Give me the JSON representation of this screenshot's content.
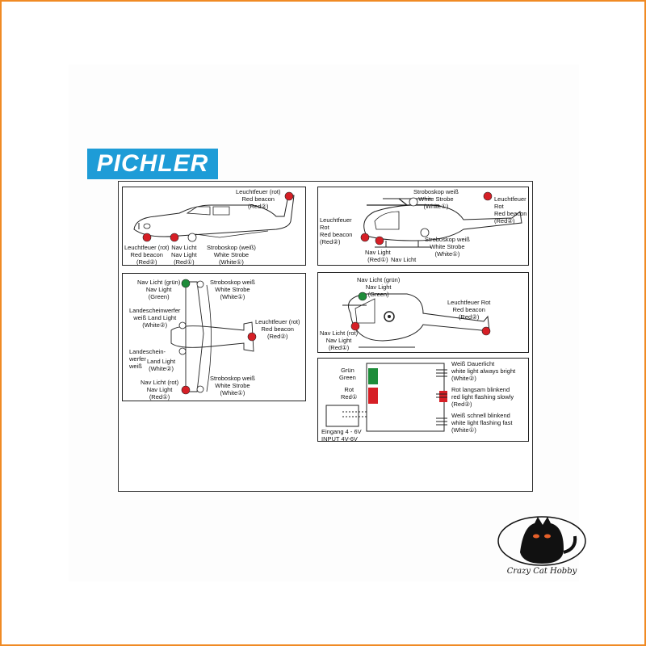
{
  "brand": {
    "logo_text": "PICHLER",
    "logo_color": "#1e9cd7",
    "frame_color": "#f08a24"
  },
  "airplane_side": {
    "beacon_top": [
      "Leuchtfeuer (rot)",
      "Red beacon",
      "(Red②)"
    ],
    "beacon_bottom": [
      "Leuchtfeuer (rot)",
      "Red beacon",
      "(Red②)"
    ],
    "nav": [
      "Nav Licht",
      "Nav Light",
      "(Red①)"
    ],
    "strobe": [
      "Stroboskop (weiß)",
      "White Strobe",
      "(White①)"
    ]
  },
  "heli_side": {
    "strobe_top": [
      "Stroboskop weiß",
      "White Strobe",
      "(White①)"
    ],
    "beacon_right": [
      "Leuchtfeuer",
      "Rot",
      "Red beacon",
      "(Red②)"
    ],
    "beacon_left": [
      "Leuchtfeuer",
      "Rot",
      "Red beacon",
      "(Red②)"
    ],
    "strobe_bottom": [
      "Stroboskop weiß",
      "White Strobe",
      "(White①)"
    ],
    "nav": [
      "Nav Light",
      "(Red①)"
    ],
    "nav_suffix": "Nav Licht"
  },
  "airplane_top": {
    "nav_green": [
      "Nav Licht (grün)",
      "Nav Light",
      "(Green)"
    ],
    "strobe_top": [
      "Stroboskop weiß",
      "White Strobe",
      "(White①)"
    ],
    "land_light_top": [
      "Landescheinwerfer",
      "weiß Land Light",
      "(White②)"
    ],
    "beacon": [
      "Leuchtfeuer (rot)",
      "Red beacon",
      "(Red②)"
    ],
    "land_light_bottom_a": [
      "Landeschein-",
      "werfer",
      "weiß"
    ],
    "land_light_bottom_b": [
      "Land Light",
      "(White②)"
    ],
    "nav_red": [
      "Nav Licht (rot)",
      "Nav Light",
      "(Red①)"
    ],
    "strobe_bottom": [
      "Stroboskop weiß",
      "White Strobe",
      "(White①)"
    ]
  },
  "heli_front": {
    "nav_green": [
      "Nav Licht (grün)",
      "Nav Light",
      "(Green)"
    ],
    "beacon": [
      "Leuchtfeuer Rot",
      "Red beacon",
      "(Red②)"
    ],
    "nav_red": [
      "Nav Licht (rot)",
      "Nav Light",
      "(Red①)"
    ]
  },
  "module": {
    "green": [
      "Grün",
      "Green"
    ],
    "red": [
      "Rot",
      "Red①"
    ],
    "input": [
      "Eingang 4 - 6V",
      "INPUT 4V-6V"
    ],
    "out1": [
      "Weiß Dauerlicht",
      "white light  always  bright",
      "(White②)"
    ],
    "out2": [
      "Rot langsam blinkend",
      "red light flashing slowly",
      "(Red②)"
    ],
    "out3": [
      "Weiß schnell blinkend",
      "white light  flashing fast",
      "(White①)"
    ]
  },
  "watermark": {
    "text": "Crazy Cat Hobby"
  },
  "colors": {
    "red_light": "#d61f26",
    "green_light": "#1e8c3a"
  }
}
